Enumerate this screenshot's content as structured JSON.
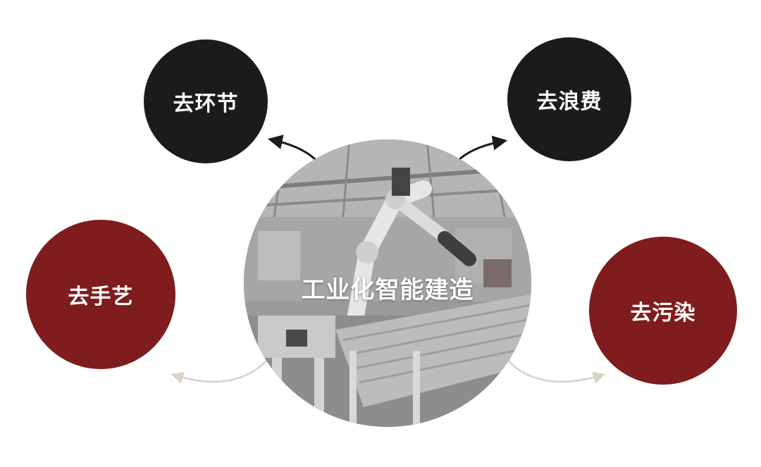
{
  "center": {
    "label": "工业化智能建造"
  },
  "nodes": {
    "top_left": {
      "label": "去环节",
      "color": "#1b1a1d"
    },
    "top_right": {
      "label": "去浪费",
      "color": "#1b1a1d"
    },
    "bottom_left": {
      "label": "去手艺",
      "color": "#7f1c1d"
    },
    "bottom_right": {
      "label": "去污染",
      "color": "#7f1c1d"
    }
  },
  "colors": {
    "dark_arrow": "#1b1a1d",
    "light_arrow": "#d8d3c4",
    "background": "#ffffff"
  },
  "icons": {
    "arrow_top_left": "curved-arrow-icon",
    "arrow_top_right": "curved-arrow-icon",
    "arrow_bottom_left": "curved-arrow-icon",
    "arrow_bottom_right": "curved-arrow-icon"
  }
}
